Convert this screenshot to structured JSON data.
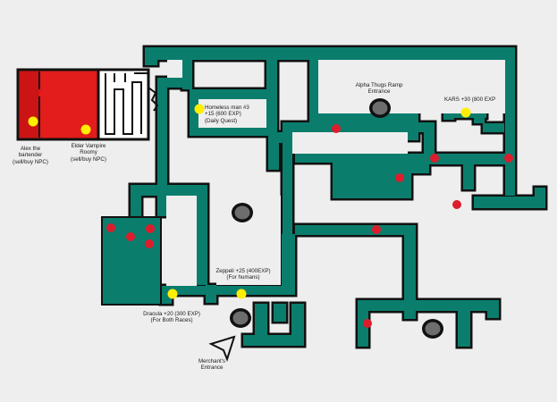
{
  "map": {
    "colors": {
      "corridor": "#0b7d6d",
      "wall": "#111111",
      "floor": "#eeeeee",
      "tavern": "#e31c1c",
      "npc_marker": "#ffee00",
      "enemy_marker": "#dd1c2c",
      "portal": "#6d6d6d"
    },
    "npcs": {
      "alex": [
        "Alex the",
        "bartender",
        "(sell/buy NPC)"
      ],
      "elder": [
        "Elder Vampire",
        "Roomy",
        "(sell/buy NPC)"
      ],
      "homeless": [
        "Homeless man #3",
        "+15 (600 EXP)",
        "(Daily Quest)"
      ],
      "kars": [
        "KARS +30 (800 EXP"
      ],
      "zeppeli": [
        "Zeppeli +25 (400EXP)",
        "(For humans)"
      ],
      "dracula": [
        "Dracula +20 (300 EXP)",
        "(For Both Races)"
      ]
    },
    "entrances": {
      "alpha": [
        "Alpha Thugs Ramp",
        "Entrance"
      ],
      "merchant": [
        "Merchant's",
        "Entrance"
      ]
    },
    "icons": {
      "entrance_arrow": "arrow-pointer-icon",
      "npc": "npc-marker-icon",
      "enemy": "enemy-marker-icon",
      "portal": "portal-icon"
    }
  }
}
